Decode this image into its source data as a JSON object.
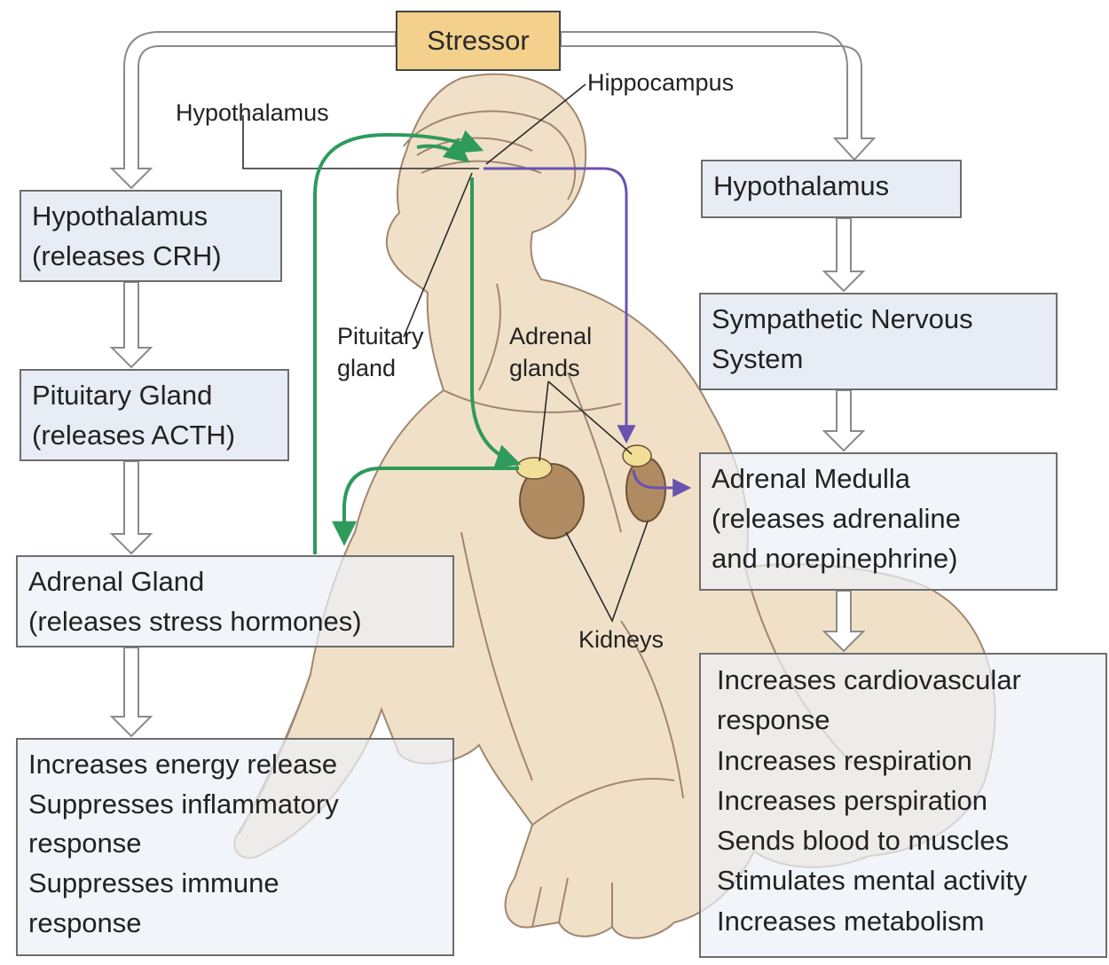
{
  "stressor": "Stressor",
  "labels": {
    "hippocampus": "Hippocampus",
    "hypothalamus": "Hypothalamus",
    "pituitary": [
      "Pituitary",
      "gland"
    ],
    "adrenal": [
      "Adrenal",
      "glands"
    ],
    "kidneys": "Kidneys"
  },
  "left_path": [
    [
      "Hypothalamus",
      "(releases CRH)"
    ],
    [
      "Pituitary Gland",
      "(releases ACTH)"
    ],
    [
      "Adrenal Gland",
      "(releases stress hormones)"
    ],
    [
      "Increases energy release",
      "Suppresses inflammatory",
      "response",
      "Suppresses immune",
      "response"
    ]
  ],
  "right_path": [
    [
      "Hypothalamus"
    ],
    [
      "Sympathetic Nervous",
      "System"
    ],
    [
      "Adrenal Medulla",
      "(releases adrenaline",
      "and norepinephrine)"
    ],
    [
      "Increases cardiovascular",
      "response",
      "Increases respiration",
      "Increases perspiration",
      "Sends blood to muscles",
      "Stimulates mental activity",
      "Increases metabolism"
    ]
  ],
  "colors": {
    "stressor_fill": "#f3d18c",
    "box_fill": "#e8ecf4",
    "body_fill": "#f1e0c8",
    "hpa_arrow": "#2e9a5c",
    "sympathetic_arrow": "#6a52b0",
    "gland_fill": "#b08b62"
  }
}
